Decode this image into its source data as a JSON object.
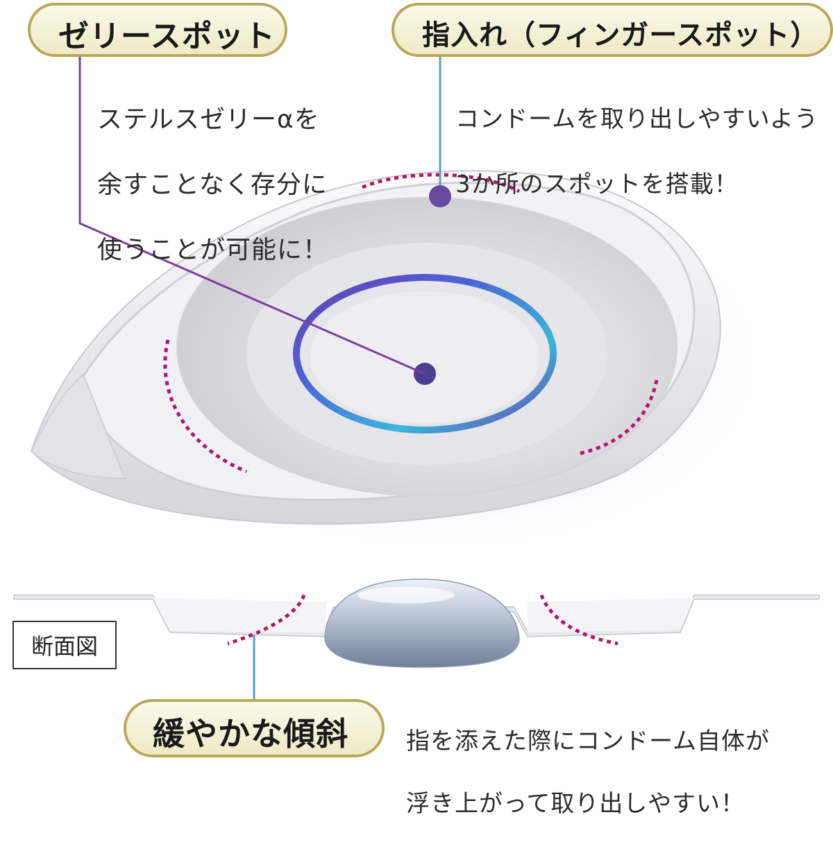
{
  "labels": {
    "jelly_spot": {
      "title": "ゼリースポット",
      "desc": [
        "ステルスゼリーαを",
        "余すことなく存分に",
        "使うことが可能に！"
      ]
    },
    "finger_spot": {
      "title": "指入れ（フィンガースポット）",
      "desc": [
        "コンドームを取り出しやすいよう",
        "3か所のスポットを搭載！"
      ]
    },
    "gentle_slope": {
      "title": "緩やかな傾斜",
      "desc": [
        "指を添えた際にコンドーム自体が",
        "浮き上がって取り出しやすい！"
      ]
    },
    "cross_section": "断面図"
  },
  "colors": {
    "pill_gold": "#b8a95a",
    "pill_fill": "#f6f3df",
    "dot_purple": "#6a4aa0",
    "dash_magenta": "#b0186a",
    "leader_purple": "#7a3fa0",
    "leader_teal": "#4aa8c8"
  }
}
